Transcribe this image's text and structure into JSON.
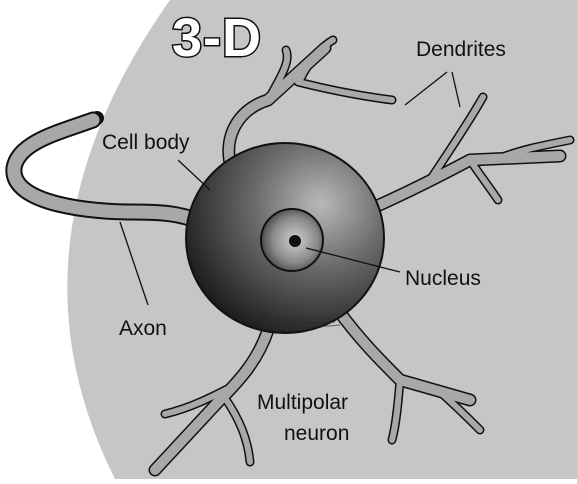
{
  "badge": "3-D",
  "labels": {
    "dendrites": "Dendrites",
    "cell_body": "Cell body",
    "nucleus": "Nucleus",
    "axon": "Axon",
    "multipolar_line1": "Multipolar",
    "multipolar_line2": "neuron"
  },
  "colors": {
    "background_disc": "#c6c6c6",
    "page": "#ffffff",
    "outline": "#111111",
    "process_fill": "#a8a8a8",
    "soma_light": "#b9b9b9",
    "soma_dark": "#1c1c1c"
  }
}
